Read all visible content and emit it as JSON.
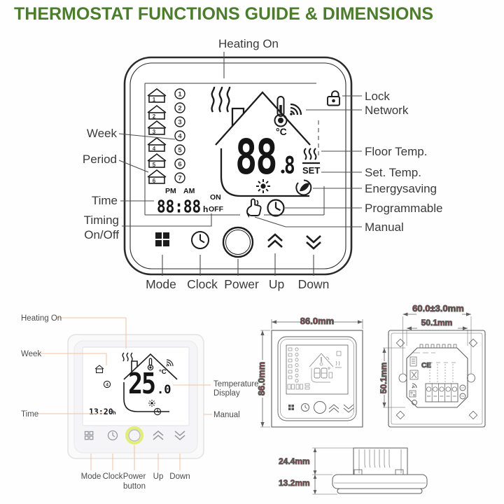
{
  "title": "THERMOSTAT FUNCTIONS GUIDE & DIMENSIONS",
  "colors": {
    "title_green": "#4b7d2d",
    "dimension_red": "#9c3234",
    "leader_peach": "#f0c3a4",
    "lcd_ink": "#1c1c1c",
    "power_ring_yellow": "#e3ee7a"
  },
  "functions_guide": {
    "top_label": "Heating On",
    "left_labels": {
      "week": "Week",
      "period": "Period",
      "time": "Time",
      "timing_line1": "Timing",
      "timing_line2": "On/Off"
    },
    "right_labels": {
      "lock": "Lock",
      "network": "Network",
      "floor_temp": "Floor Temp.",
      "set_temp": "Set. Temp.",
      "energysaving": "Energysaving",
      "programmable": "Programmable",
      "manual": "Manual"
    },
    "button_labels": {
      "mode": "Mode",
      "clock": "Clock",
      "power": "Power",
      "up": "Up",
      "down": "Down"
    },
    "lcd": {
      "pm": "PM",
      "am": "AM",
      "time_digits": "88:88",
      "hour": "h",
      "on": "ON",
      "off": "OFF",
      "temp_digits": "88",
      "floor_digit": "8",
      "unit": "°C",
      "set": "SET",
      "week_numbers": [
        "1",
        "2",
        "3",
        "4",
        "5",
        "6",
        "7"
      ],
      "period_numbers": [
        "1",
        "2",
        "3",
        "4",
        "5",
        "6"
      ]
    }
  },
  "product_view": {
    "labels": {
      "heating_on": "Heating On",
      "week": "Week",
      "time": "Time",
      "temperature_display_line1": "Temperature",
      "temperature_display_line2": "Display",
      "manual": "Manual"
    },
    "button_labels": {
      "mode": "Mode",
      "clock": "Clock",
      "power_line1": "Power",
      "power_line2": "button",
      "up": "Up",
      "down": "Down"
    },
    "display": {
      "temp": "25",
      "temp_decimal": ".0",
      "unit": "°C",
      "time": "13:20",
      "hour": "h",
      "week_number": "4"
    }
  },
  "dimensions": {
    "front": {
      "width": "86.0mm",
      "height": "86.0mm"
    },
    "back": {
      "mount_width": "60.0±3.0mm",
      "module_width": "50.1mm",
      "module_height": "50.1mm",
      "ce_mark": "CE"
    },
    "side": {
      "module_depth": "24.4mm",
      "panel_depth": "13.2mm"
    }
  }
}
